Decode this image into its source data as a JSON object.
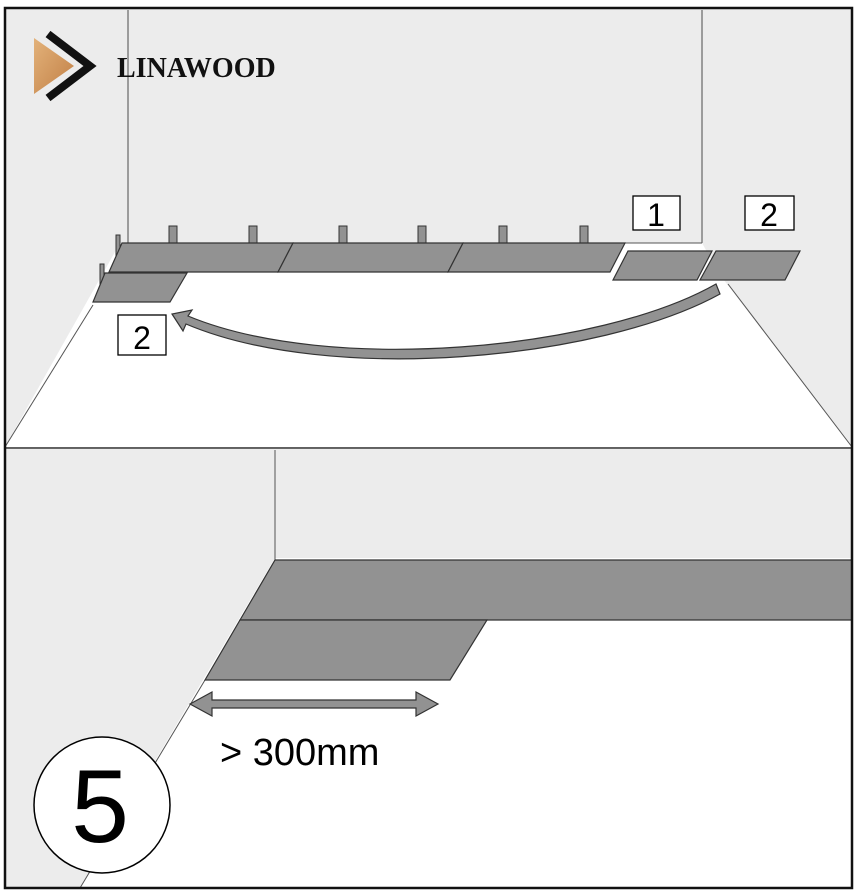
{
  "brand": {
    "name": "LINAWOOD"
  },
  "top_panel": {
    "labels": {
      "plank_1": "1",
      "plank_2_original": "2",
      "plank_2_moved": "2"
    }
  },
  "bottom_panel": {
    "measurement": "> 300mm",
    "step_number": "5"
  },
  "colors": {
    "wall": "#ececec",
    "plank": "#929292",
    "floor": "#ffffff",
    "line": "#000000",
    "logo_wood": "#d4965a"
  }
}
